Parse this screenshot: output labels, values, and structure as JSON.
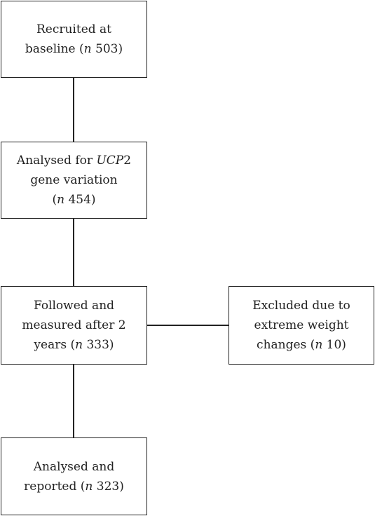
{
  "flowchart": {
    "boxes": {
      "recruited": {
        "line1": "Recruited at",
        "line2_prefix": "baseline (",
        "n": "n",
        "line2_suffix": " 503)"
      },
      "analysed_ucp2": {
        "line1_prefix": "Analysed for ",
        "gene": "UCP",
        "line1_suffix": "2",
        "line2": "gene variation",
        "line3_prefix": "(",
        "n": "n",
        "line3_suffix": " 454)"
      },
      "followed": {
        "line1": "Followed and",
        "line2": "measured after 2",
        "line3_prefix": "years (",
        "n": "n",
        "line3_suffix": " 333)"
      },
      "excluded": {
        "line1": "Excluded due to",
        "line2": "extreme weight",
        "line3_prefix": "changes (",
        "n": "n",
        "line3_suffix": " 10)"
      },
      "reported": {
        "line1": "Analysed and",
        "line2_prefix": "reported (",
        "n": "n",
        "line2_suffix": " 323)"
      }
    }
  }
}
